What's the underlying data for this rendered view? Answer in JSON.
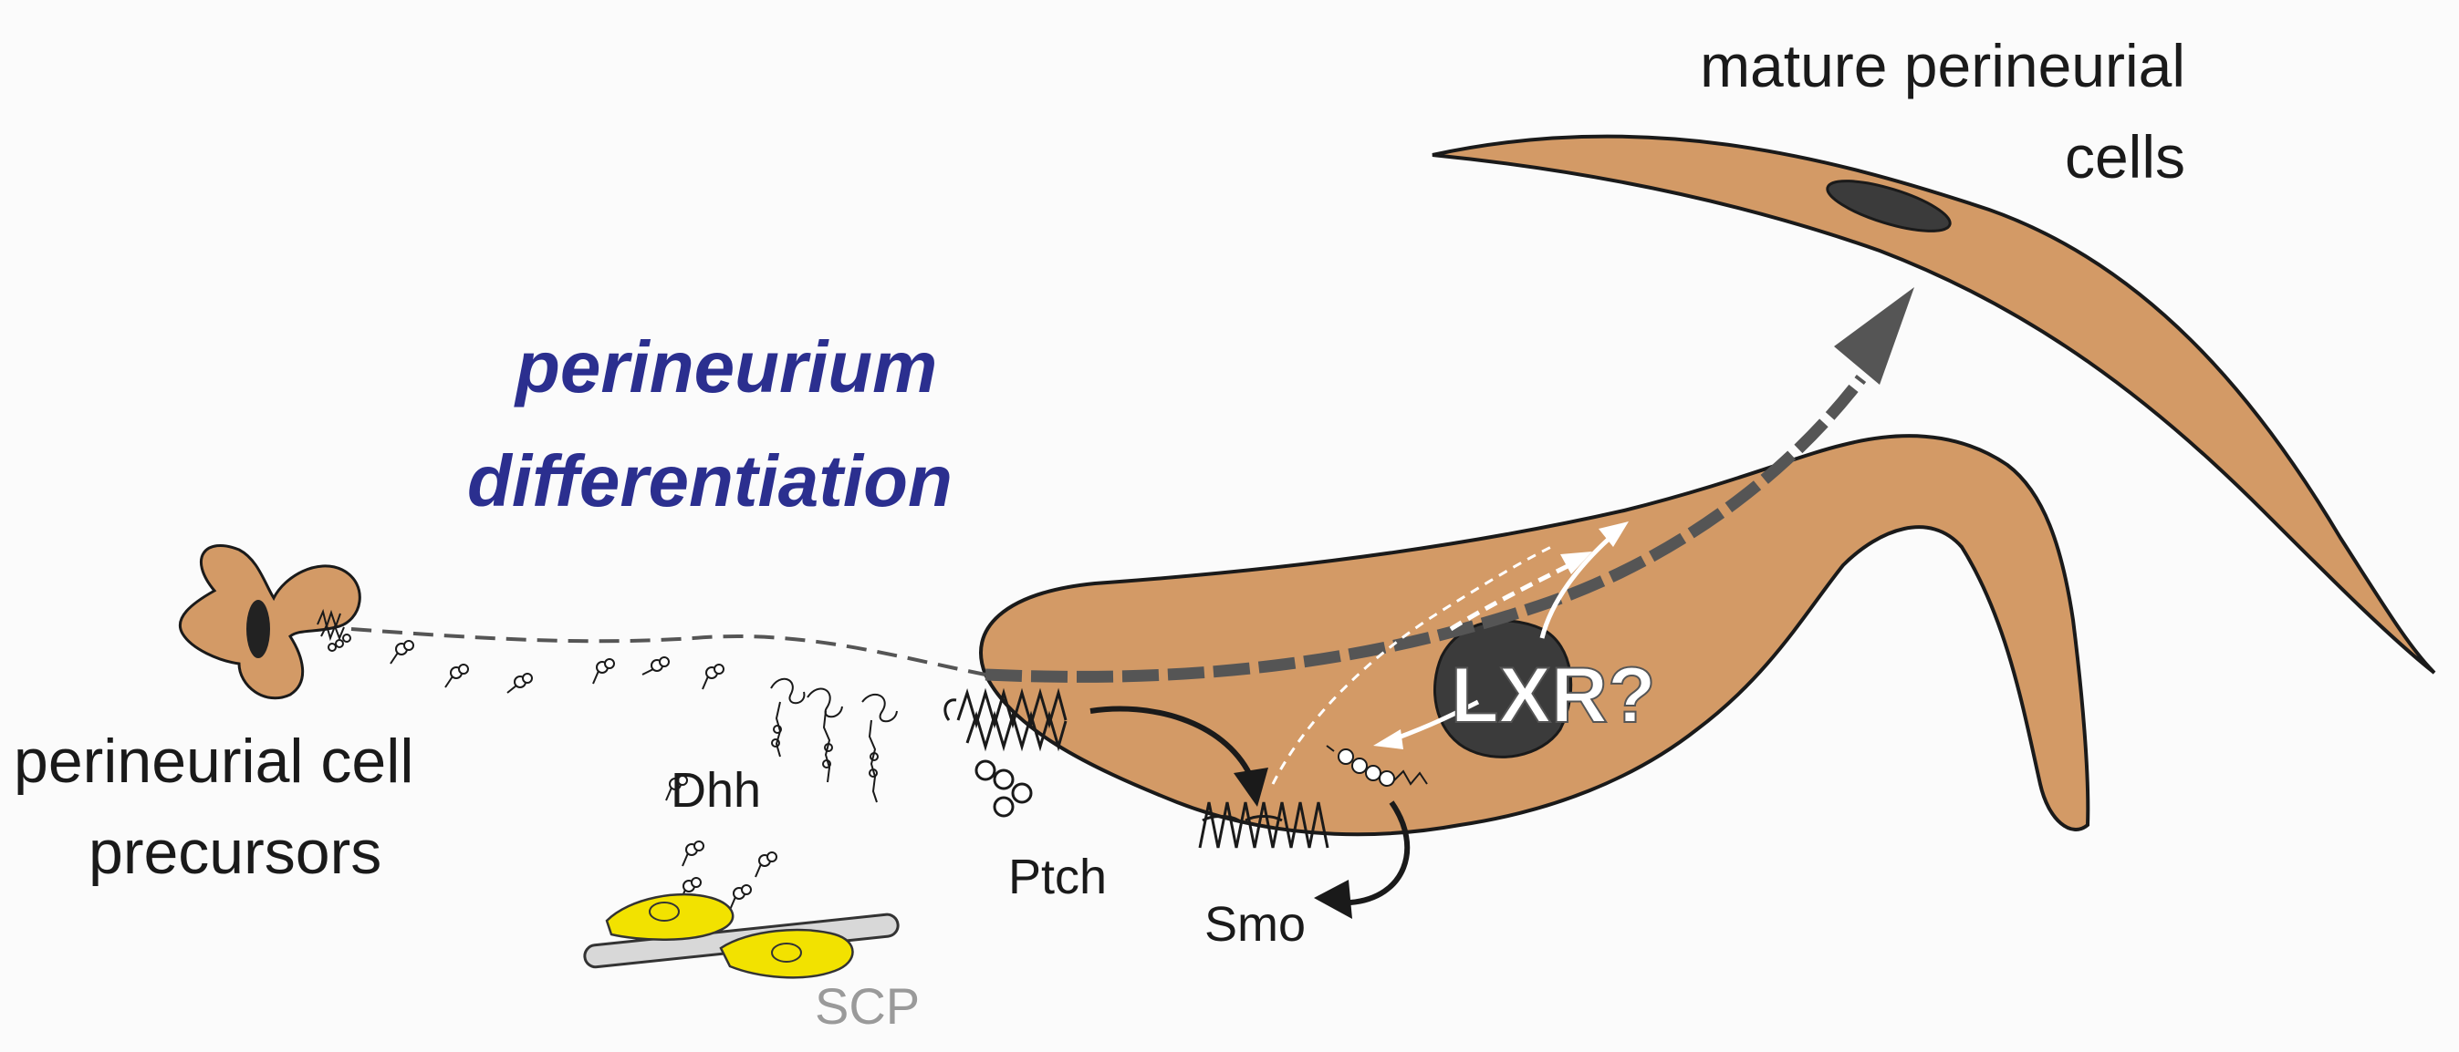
{
  "labels": {
    "mature_line1": "mature perineurial",
    "mature_line2": "cells",
    "title_line1": "perineurium",
    "title_line2": "differentiation",
    "precursor_line1": "perineurial cell",
    "precursor_line2": "precursors",
    "dhh": "Dhh",
    "ptch": "Ptch",
    "smo": "Smo",
    "lxr": "LXR?",
    "scp": "SCP"
  },
  "colors": {
    "cell_fill": "#d39a66",
    "outline": "#1a1a1a",
    "nucleus": "#3b3b3b",
    "title": "#2b2f8f",
    "scp_fill": "#f2e200",
    "scp_label": "#9a9a9a",
    "arrow_gray": "#555555",
    "background": "#fbfbfb"
  }
}
